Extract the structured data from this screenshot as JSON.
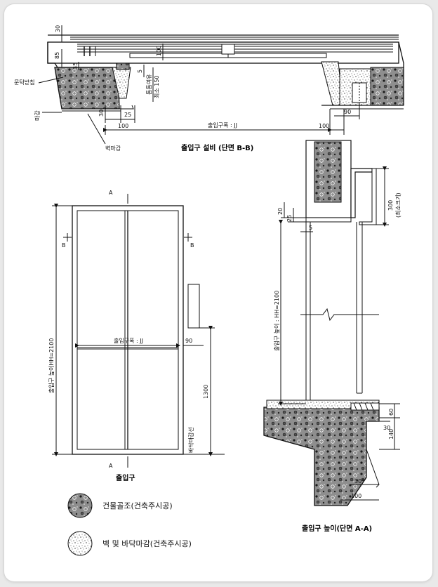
{
  "titles": {
    "plan": "출입구 설비 (단면 B-B)",
    "elevation": "출입구",
    "section": "출입구 높이(단면 A-A)"
  },
  "legend": {
    "structure": "건물골조(건축주시공)",
    "finish": "벽 및 바닥마감(건축주시공)"
  },
  "plan_labels": {
    "sill_support": "문턱받침",
    "finish": "마감",
    "wall_finish": "벽마감",
    "door_width": "출입구폭 : JJ",
    "clear": "틈틈여유",
    "min": "최소 150"
  },
  "plan_dims": {
    "d30_top": "30",
    "d85": "85",
    "d35": "35",
    "d100_v": "100",
    "d5": "5",
    "d30": "30",
    "d25": "25",
    "d100_l": "100",
    "d100_r": "100",
    "d90": "90"
  },
  "elevation_labels": {
    "a_top": "A",
    "a_bottom": "A",
    "b_left": "B",
    "b_right": "B",
    "height": "출입구 높이HH=2100",
    "width": "출입구폭 : JJ",
    "d90": "90",
    "d1300": "1300",
    "floor_line": "바닥마감선"
  },
  "section_labels": {
    "d300": "300",
    "min_size": "(최소크기)",
    "d20": "20",
    "d25": "25",
    "d5": "5",
    "height": "출입구 높이 : HH=2100",
    "d60": "60",
    "d30": "30",
    "d140": "140",
    "angle": "30°",
    "d100": "100"
  }
}
